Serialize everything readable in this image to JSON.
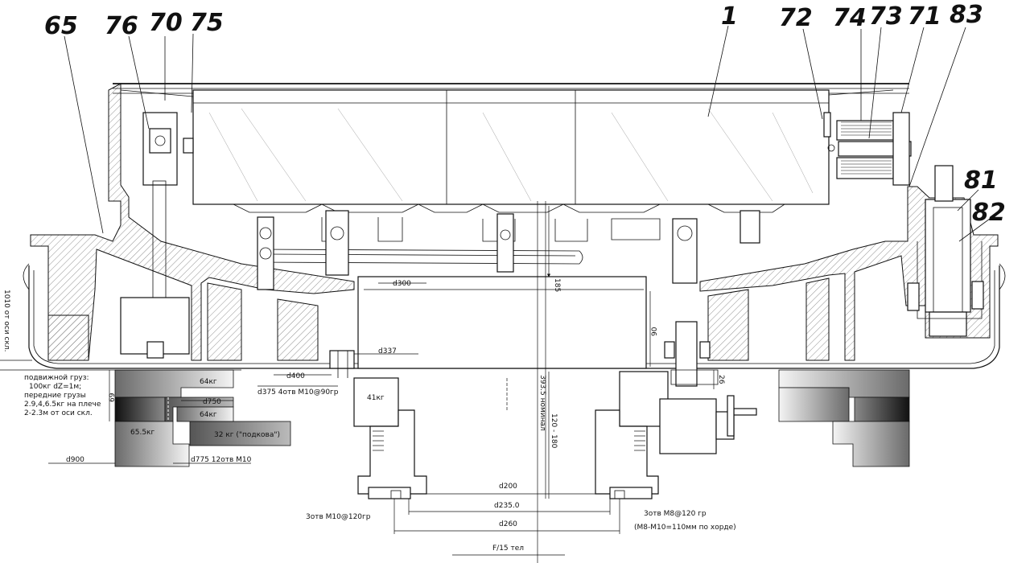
{
  "callouts": {
    "c65": "65",
    "c76": "76",
    "c70": "70",
    "c75": "75",
    "c1": "1",
    "c72": "72",
    "c74": "74",
    "c73": "73",
    "c71": "71",
    "c83": "83",
    "c81": "81",
    "c82": "82"
  },
  "dimensions": {
    "d300": "d300",
    "d337": "d337",
    "d400": "d400",
    "d375": "d375 4отв M10@90гр",
    "d750": "d750",
    "d775": "d775 12отв M10",
    "d900": "d900",
    "d200": "d200",
    "d235": "d235.0",
    "d260": "d260",
    "v185": "185",
    "v90": "90",
    "v3935": "393.5 номинал",
    "v120180": "120 - 180",
    "v69": "69",
    "v26": "26",
    "v1010": "1010 от оси скл."
  },
  "weights": {
    "w64a": "64кг",
    "w64b": "64кг",
    "w655": "65.5кг",
    "w32": "32 кг (\"подкова\")",
    "w41": "41кг"
  },
  "notes": {
    "moving_load": [
      "подвижной груз:",
      "100кг dZ=1м;",
      "передние грузы",
      "2.9,4,6.5кг на плече",
      "2-2.3м от оси скл."
    ],
    "holes_left": "3отв M10@120гр",
    "holes_right": "3отв M8@120 гр",
    "holes_chord": "(M8-M10=110мм по хорде)",
    "bottom": "F/15 тел"
  }
}
